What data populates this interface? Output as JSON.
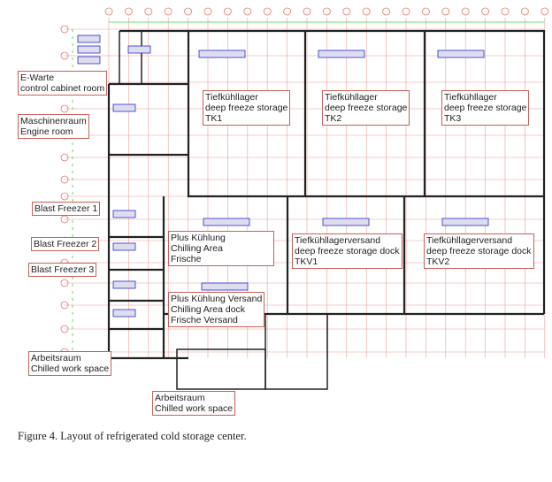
{
  "labels": {
    "ewarte": "E-Warte\ncontrol cabinet room",
    "maschinen": "Maschinenraum\nEngine room",
    "tk1": "Tiefkühllager\ndeep freeze storage\nTK1",
    "tk2": "Tiefkühllager\ndeep freeze storage\nTK2",
    "tk3": "Tiefkühllager\ndeep freeze storage\nTK3",
    "bf1": "Blast Freezer 1",
    "bf2": "Blast Freezer 2",
    "bf3": "Blast Freezer 3",
    "plus": "Plus Kühlung\nChilling Area\nFrische",
    "tkv1": "Tiefkühllagerversand\ndeep freeze storage dock\nTKV1",
    "tkv2": "Tiefkühllagerversand\ndeep freeze storage dock\nTKV2",
    "plusv": "Plus Kühlung Versand\nChilling Area dock\nFrische Versand",
    "arbeit1": "Arbeitsraum\nChilled work space",
    "arbeit2": "Arbeitsraum\nChilled work space"
  },
  "caption": "Figure 4. Layout of refrigerated cold storage center.",
  "colors": {
    "grid": "#e07a72",
    "wall": "#222222",
    "equipment": "#2a2ad0",
    "dim": "#3fd23f"
  }
}
